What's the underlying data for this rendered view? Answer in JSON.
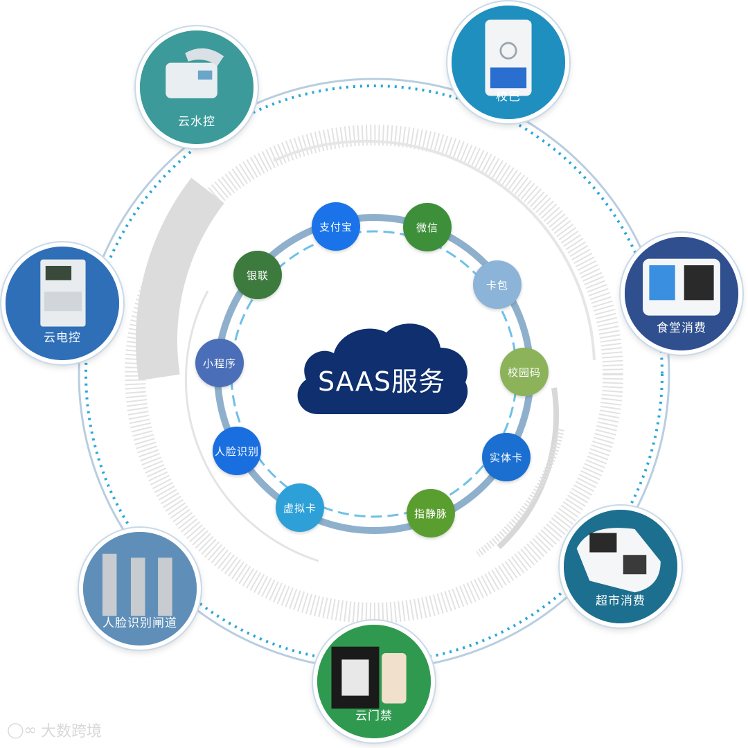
{
  "center": {
    "label": "SAAS服务",
    "color": "#0f2f6e"
  },
  "inner_services": [
    {
      "label": "支付宝",
      "color": "#1a73e8"
    },
    {
      "label": "微信",
      "color": "#3d8f3a"
    },
    {
      "label": "卡包",
      "color": "#8bb4d8"
    },
    {
      "label": "校园码",
      "color": "#8cb35a"
    },
    {
      "label": "实体卡",
      "color": "#1a6fd0"
    },
    {
      "label": "指静脉",
      "color": "#5a9e2f"
    },
    {
      "label": "虚拟卡",
      "color": "#2ea0d8"
    },
    {
      "label": "人脸识别",
      "color": "#1a6fe0"
    },
    {
      "label": "小程序",
      "color": "#4a6fb8"
    },
    {
      "label": "银联",
      "color": "#3d7a3d"
    }
  ],
  "outer_devices": [
    {
      "label": "云水控",
      "color": "#3c9a9a",
      "icon": "water-meter-icon"
    },
    {
      "label": "校巴",
      "color": "#1f8fbf",
      "icon": "bus-card-reader-icon"
    },
    {
      "label": "食堂消费",
      "color": "#2f4f8f",
      "icon": "canteen-pos-icon"
    },
    {
      "label": "超市消费",
      "color": "#1d6f8f",
      "icon": "supermarket-pos-icon"
    },
    {
      "label": "云门禁",
      "color": "#2f9a4f",
      "icon": "access-control-icon"
    },
    {
      "label": "人脸识别闸道",
      "color": "#5f8fb8",
      "icon": "face-gate-icon"
    },
    {
      "label": "云电控",
      "color": "#2f6fb8",
      "icon": "electric-meter-icon"
    }
  ],
  "watermark": {
    "text": "大数跨境",
    "icon": "brand-logo-icon"
  }
}
